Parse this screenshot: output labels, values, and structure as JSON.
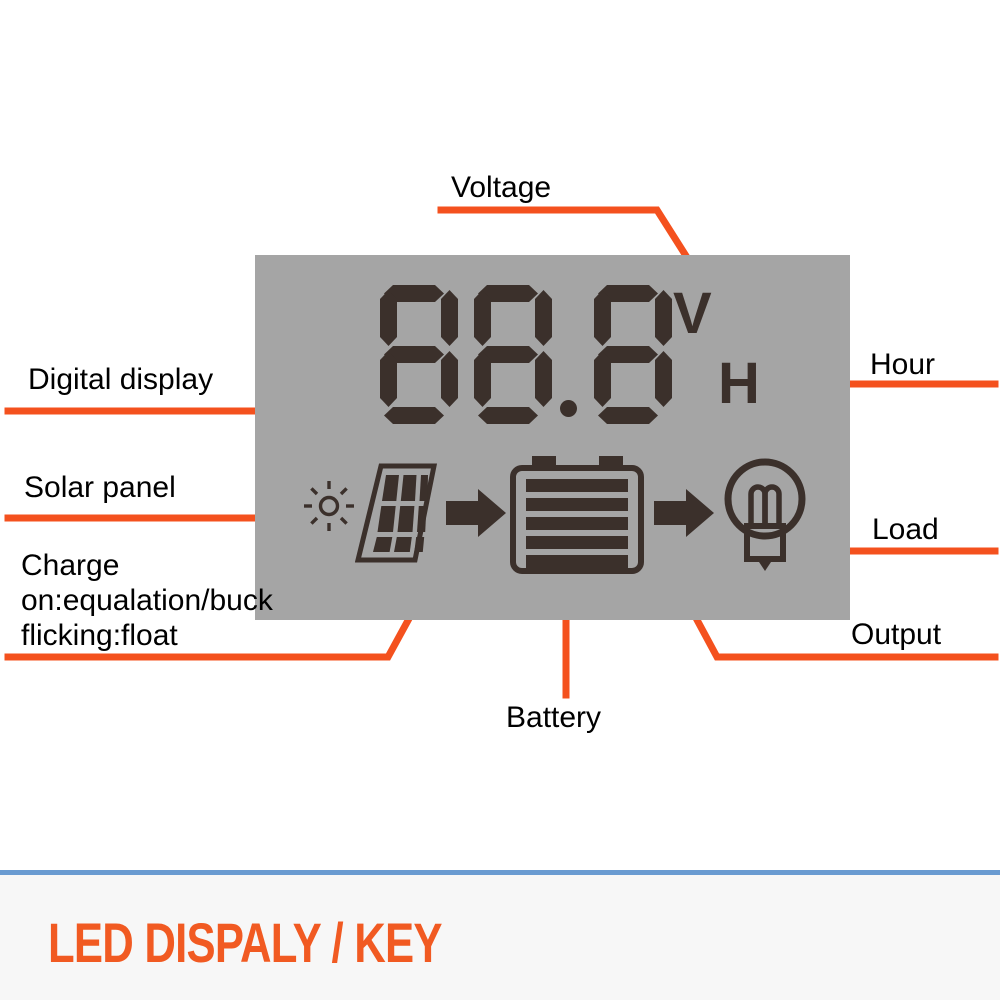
{
  "display": {
    "digits": "88.8",
    "digit_values": [
      "8",
      "8",
      "8"
    ],
    "decimal_point": ".",
    "unit_voltage": "V",
    "unit_hour": "H",
    "lcd_background": "#a5a5a5",
    "segment_color": "#3b302b"
  },
  "icons": [
    {
      "name": "sun-icon",
      "label": "sun"
    },
    {
      "name": "solar-panel-icon",
      "label": "solar panel"
    },
    {
      "name": "arrow-charge-icon",
      "label": "arrow right"
    },
    {
      "name": "battery-icon",
      "label": "battery"
    },
    {
      "name": "arrow-output-icon",
      "label": "arrow right"
    },
    {
      "name": "bulb-icon",
      "label": "light bulb"
    }
  ],
  "callouts": {
    "voltage": "Voltage",
    "hour": "Hour",
    "digital_display": "Digital display",
    "solar_panel": "Solar panel",
    "charge_line1": "Charge",
    "charge_line2": "on:equalation/buck",
    "charge_line3": "flicking:float",
    "load": "Load",
    "output": "Output",
    "battery": "Battery"
  },
  "footer": {
    "title": "LED DISPALY / KEY",
    "title_color": "#f15a22",
    "divider_color": "#6a9bd1",
    "background": "#f7f7f7"
  },
  "colors": {
    "leader_line": "#f4511e",
    "page_background": "#ffffff",
    "text": "#000000"
  }
}
